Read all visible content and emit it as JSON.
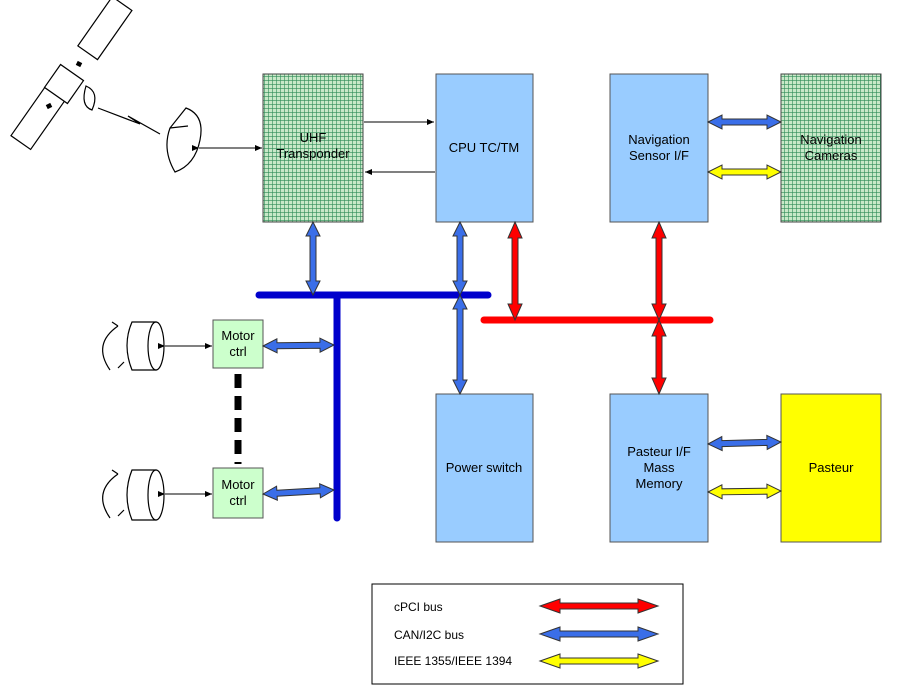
{
  "blocks": {
    "uhf": {
      "line1": "UHF",
      "line2": "Transponder"
    },
    "cpu": {
      "line1": "CPU TC/TM"
    },
    "nav_sensor": {
      "line1": "Navigation",
      "line2": "Sensor I/F"
    },
    "nav_cameras": {
      "line1": "Navigation",
      "line2": "Cameras"
    },
    "power": {
      "line1": "Power switch"
    },
    "pasteur_if": {
      "line1": "Pasteur I/F",
      "line2": "Mass",
      "line3": "Memory"
    },
    "pasteur": {
      "line1": "Pasteur"
    },
    "motor1": {
      "line1": "Motor",
      "line2": "ctrl"
    },
    "motor2": {
      "line1": "Motor",
      "line2": "ctrl"
    }
  },
  "legend": [
    {
      "label": "cPCI bus",
      "color": "#ff0000"
    },
    {
      "label": "CAN/I2C bus",
      "color": "#3a6ee8"
    },
    {
      "label": "IEEE 1355/IEEE 1394",
      "color": "#ffff00"
    }
  ],
  "colors": {
    "light_blue": "#99ccff",
    "grid_green": "#2e8b57",
    "motor_green": "#ccffcc",
    "pasteur_yellow": "#ffff00",
    "can_bus_dark": "#0000cc",
    "cpci_red": "#ff0000",
    "can_arrow": "#3a6ee8",
    "ieee_yellow": "#ffff00"
  }
}
